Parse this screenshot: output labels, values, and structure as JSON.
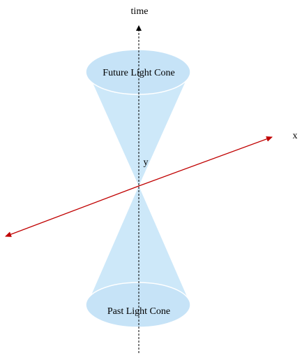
{
  "labels": {
    "time_axis": "time",
    "x_axis": "x",
    "y_axis": "y",
    "future_cone": "Future Light Cone",
    "past_cone": "Past Light Cone"
  },
  "colors": {
    "cone_fill": "#cde8f9",
    "cone_ellipse": "#c6e3f7",
    "time_axis": "#000000",
    "x_axis": "#c00000",
    "text": "#000000"
  }
}
